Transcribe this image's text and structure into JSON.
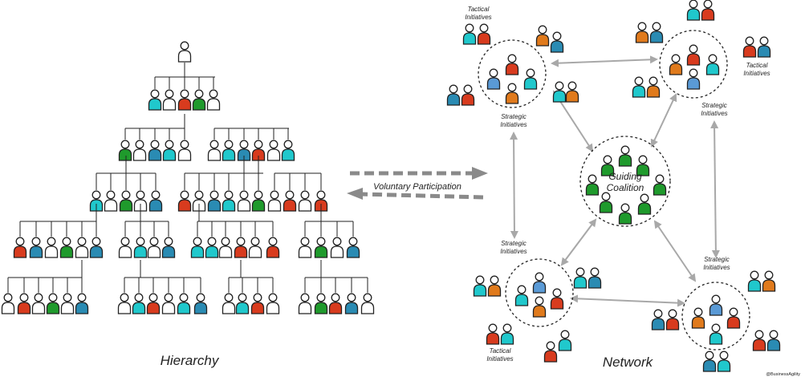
{
  "diagram": {
    "hierarchy_label": "Hierarchy",
    "network_label": "Network",
    "voluntary_label": "Voluntary Participation",
    "guiding_line1": "Guiding",
    "guiding_line2": "Coalition",
    "strategic_line1": "Strategic",
    "strategic_line2": "Initiatives",
    "tactical_line1": "Tactical",
    "tactical_line2": "Initiatives",
    "credit": "@BusinessAgility"
  },
  "colors": {
    "red": "#d83b1e",
    "blue": "#2a8bb3",
    "teal": "#20c8cc",
    "green": "#1f9a2c",
    "orange": "#e07a1c",
    "lightblue": "#5a9ad6",
    "white": "#ffffff",
    "arrow": "#a8a8a8",
    "dash": "#8a8a8a"
  }
}
